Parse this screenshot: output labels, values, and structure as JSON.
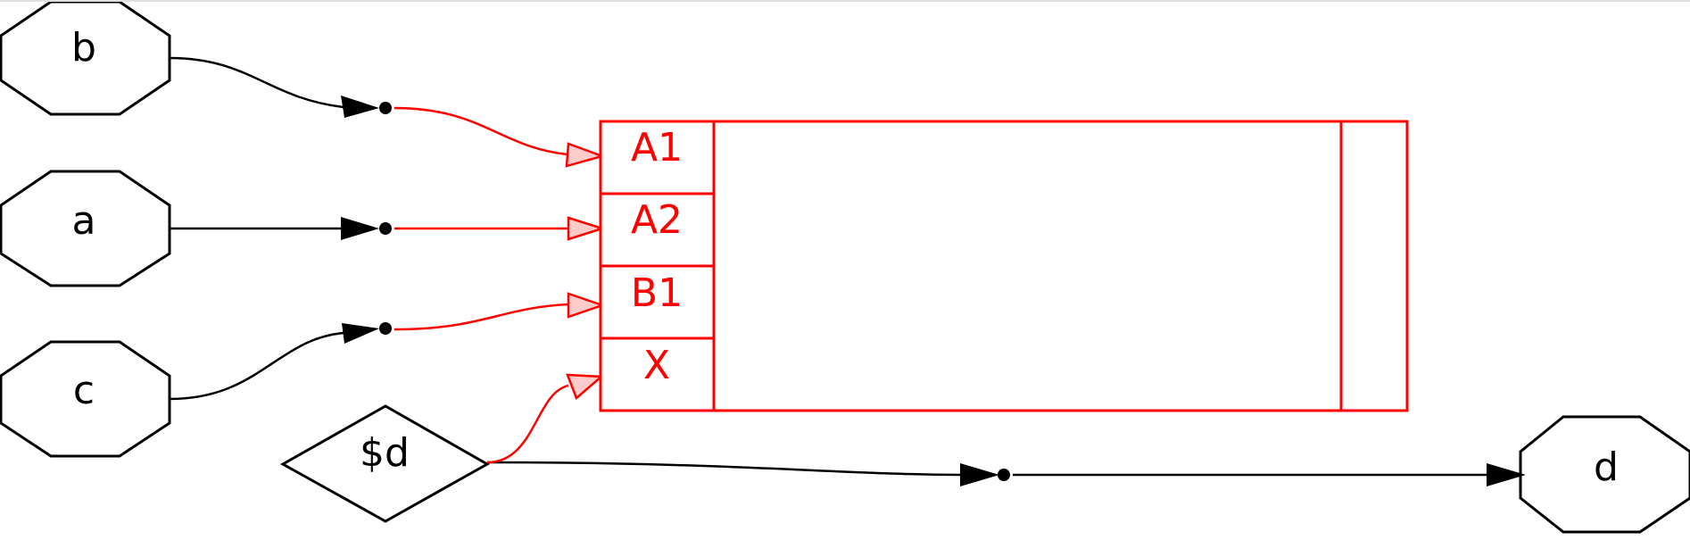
{
  "colors": {
    "wire_default": "#000000",
    "wire_highlight": "#ff0000",
    "arrow_highlight_fill": "#ffcccc",
    "background": "#ffffff"
  },
  "ports": {
    "b": "b",
    "a": "a",
    "c": "c",
    "d_out": "d"
  },
  "constant": {
    "label": "$d"
  },
  "cell": {
    "pins": [
      "A1",
      "A2",
      "B1",
      "X"
    ]
  }
}
